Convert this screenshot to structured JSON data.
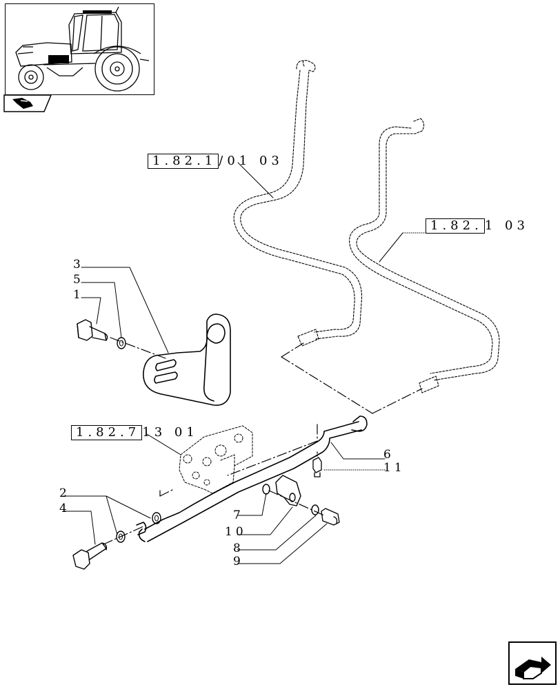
{
  "references": {
    "top_left": {
      "boxed": "1.82.1",
      "rest": "/01 03"
    },
    "right": {
      "boxed": "1.82.",
      "rest": "1 03"
    },
    "mid_left": {
      "boxed": "1.82.7",
      "rest": "13 01"
    }
  },
  "parts": [
    {
      "id": "p3",
      "label": "3"
    },
    {
      "id": "p5",
      "label": "5"
    },
    {
      "id": "p1",
      "label": "1"
    },
    {
      "id": "p2",
      "label": "2"
    },
    {
      "id": "p4",
      "label": "4"
    },
    {
      "id": "p6",
      "label": "6"
    },
    {
      "id": "p11",
      "label": "11"
    },
    {
      "id": "p7",
      "label": "7"
    },
    {
      "id": "p10",
      "label": "10"
    },
    {
      "id": "p8",
      "label": "8"
    },
    {
      "id": "p9",
      "label": "9"
    }
  ],
  "icons": {
    "thumbnail": "tractor-thumbnail-icon",
    "section": "section-marker-icon",
    "next": "next-page-arrow-icon"
  }
}
